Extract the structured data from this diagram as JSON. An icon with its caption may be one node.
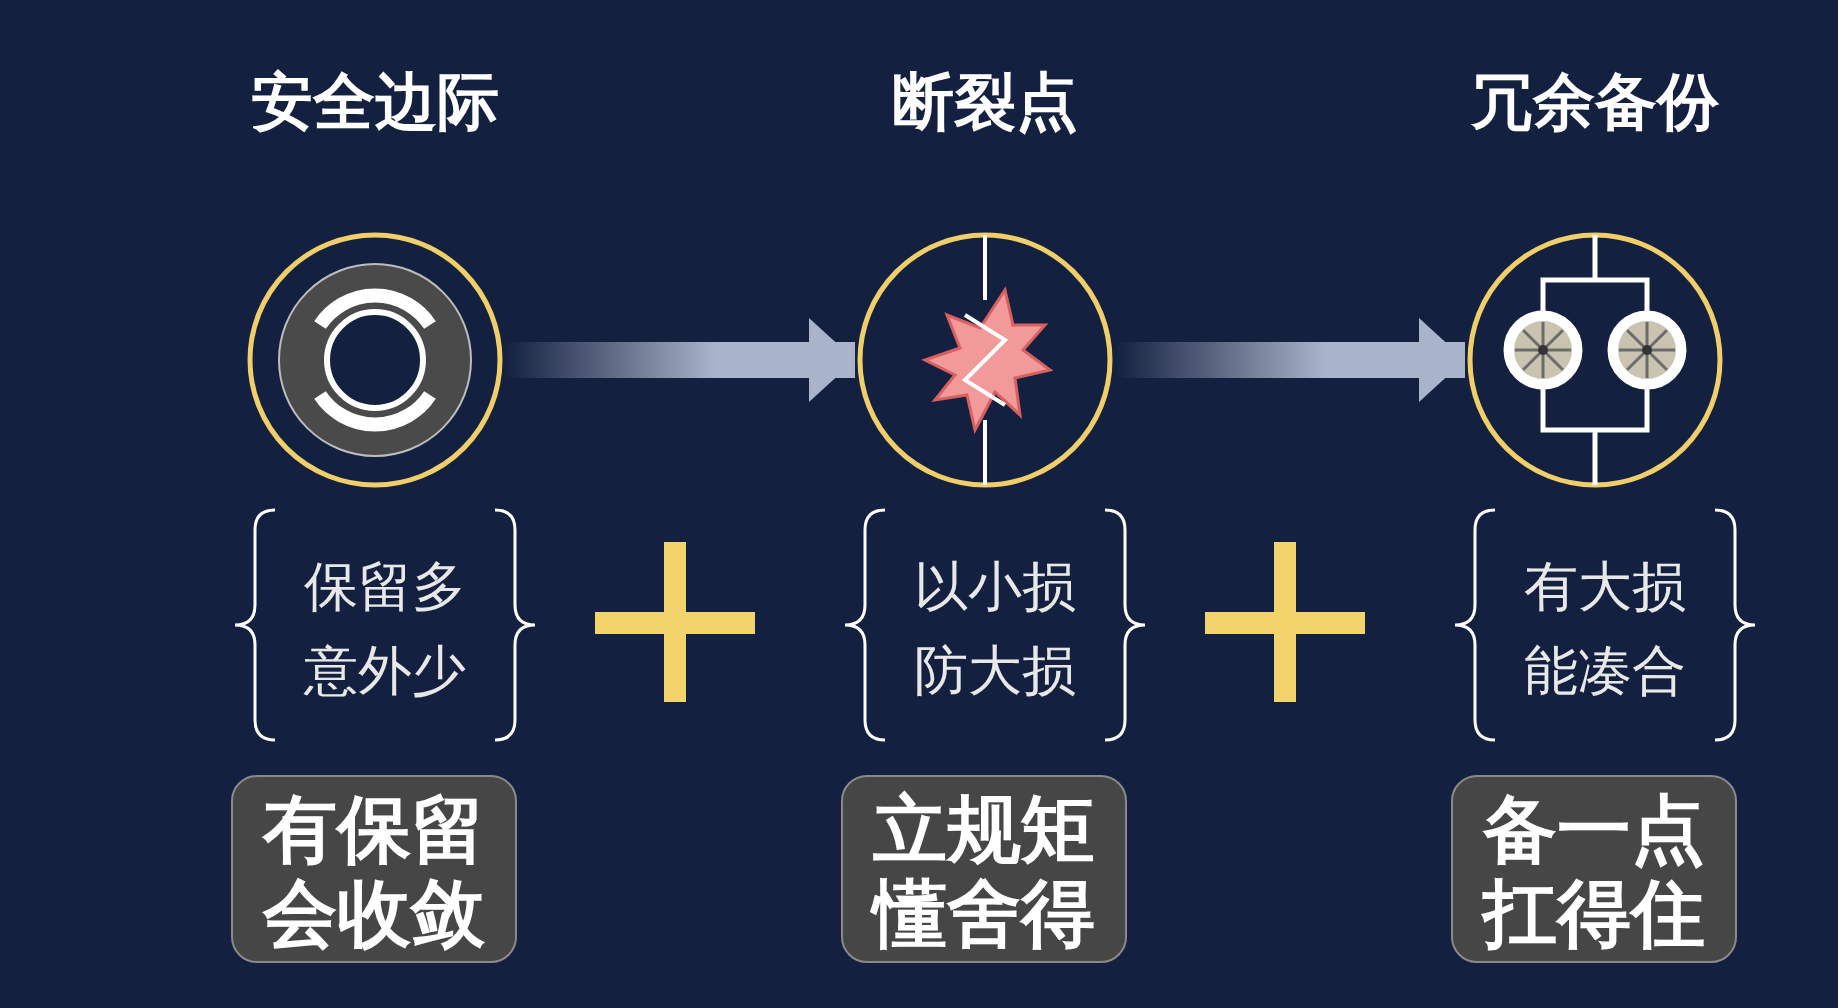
{
  "diagram": {
    "nodes": [
      {
        "text": [
          "安全边际"
        ]
      },
      {
        "text": [
          "保留多意外少"
        ]
      },
      {
        "text": [
          "有保留会收敛"
        ]
      },
      {
        "text": [
          "断裂点"
        ]
      },
      {
        "text": [
          "以小损防大损"
        ]
      },
      {
        "text": [
          "立规矩懂舍得"
        ]
      },
      {
        "text": [
          "冗余备份"
        ]
      },
      {
        "text": [
          "有大损能凑合"
        ]
      },
      {
        "text": [
          "备一点扛得住"
        ]
      }
    ],
    "edges": [
      {
        "from": 0,
        "to": 3,
        "arrow": "to"
      },
      {
        "from": 3,
        "to": 6,
        "arrow": "to"
      }
    ]
  }
}
